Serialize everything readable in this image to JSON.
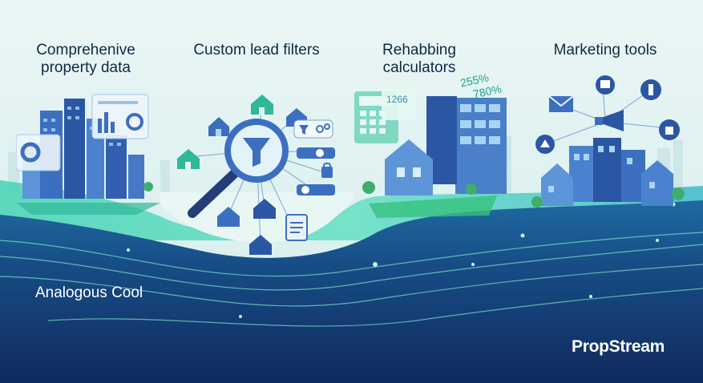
{
  "panels": [
    {
      "title": "Comprehenive property data"
    },
    {
      "title": "Custom lead filters"
    },
    {
      "title": "Rehabbing calculators"
    },
    {
      "title": "Marketing tools"
    }
  ],
  "calculator": {
    "stat_a": "255%",
    "stat_b": "780%",
    "screen_value": "1266"
  },
  "caption": "Analogous Cool",
  "brand": "PropStream",
  "colors": {
    "navy": "#0f2a45",
    "teal": "#2fc7a6",
    "blue": "#3c6fc2",
    "deep": "#16305f"
  },
  "icons": [
    "house-icon",
    "funnel-icon",
    "magnifier-icon",
    "slider-icon",
    "lock-icon",
    "document-icon",
    "envelope-icon",
    "megaphone-icon",
    "thumbs-up-icon",
    "calculator-icon"
  ]
}
